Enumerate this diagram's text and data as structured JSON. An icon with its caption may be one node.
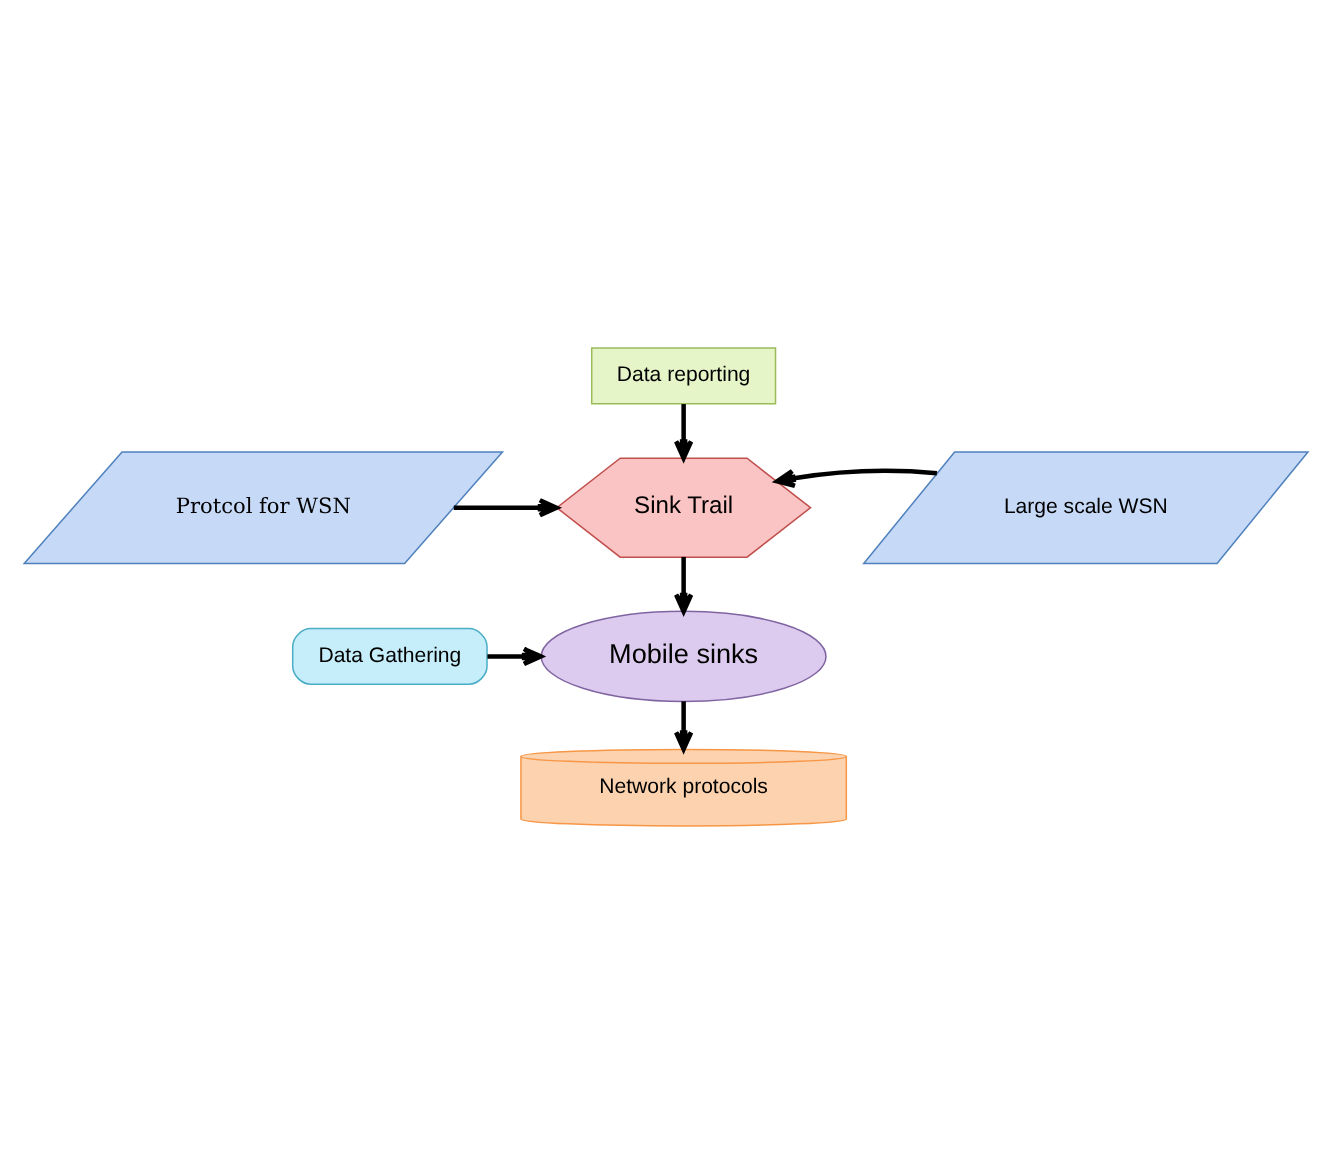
{
  "diagram": {
    "nodes": [
      {
        "text": [
          "Data reporting"
        ]
      },
      {
        "text": [
          "Sink Trail"
        ]
      },
      {
        "text": [
          "Protcol for WSN"
        ]
      },
      {
        "text": [
          "Large scale WSN"
        ]
      },
      {
        "text": [
          "Mobile sinks"
        ]
      },
      {
        "text": [
          "Data Gathering"
        ]
      },
      {
        "text": [
          "Network protocols"
        ]
      }
    ],
    "edges": [
      {
        "from": 0,
        "to": 1,
        "arrow": "to"
      },
      {
        "from": 2,
        "to": 1,
        "arrow": "to"
      },
      {
        "from": 3,
        "to": 1,
        "arrow": "to"
      },
      {
        "from": 1,
        "to": 4,
        "arrow": "to"
      },
      {
        "from": 5,
        "to": 4,
        "arrow": "to"
      },
      {
        "from": 4,
        "to": 6,
        "arrow": "to"
      }
    ]
  }
}
